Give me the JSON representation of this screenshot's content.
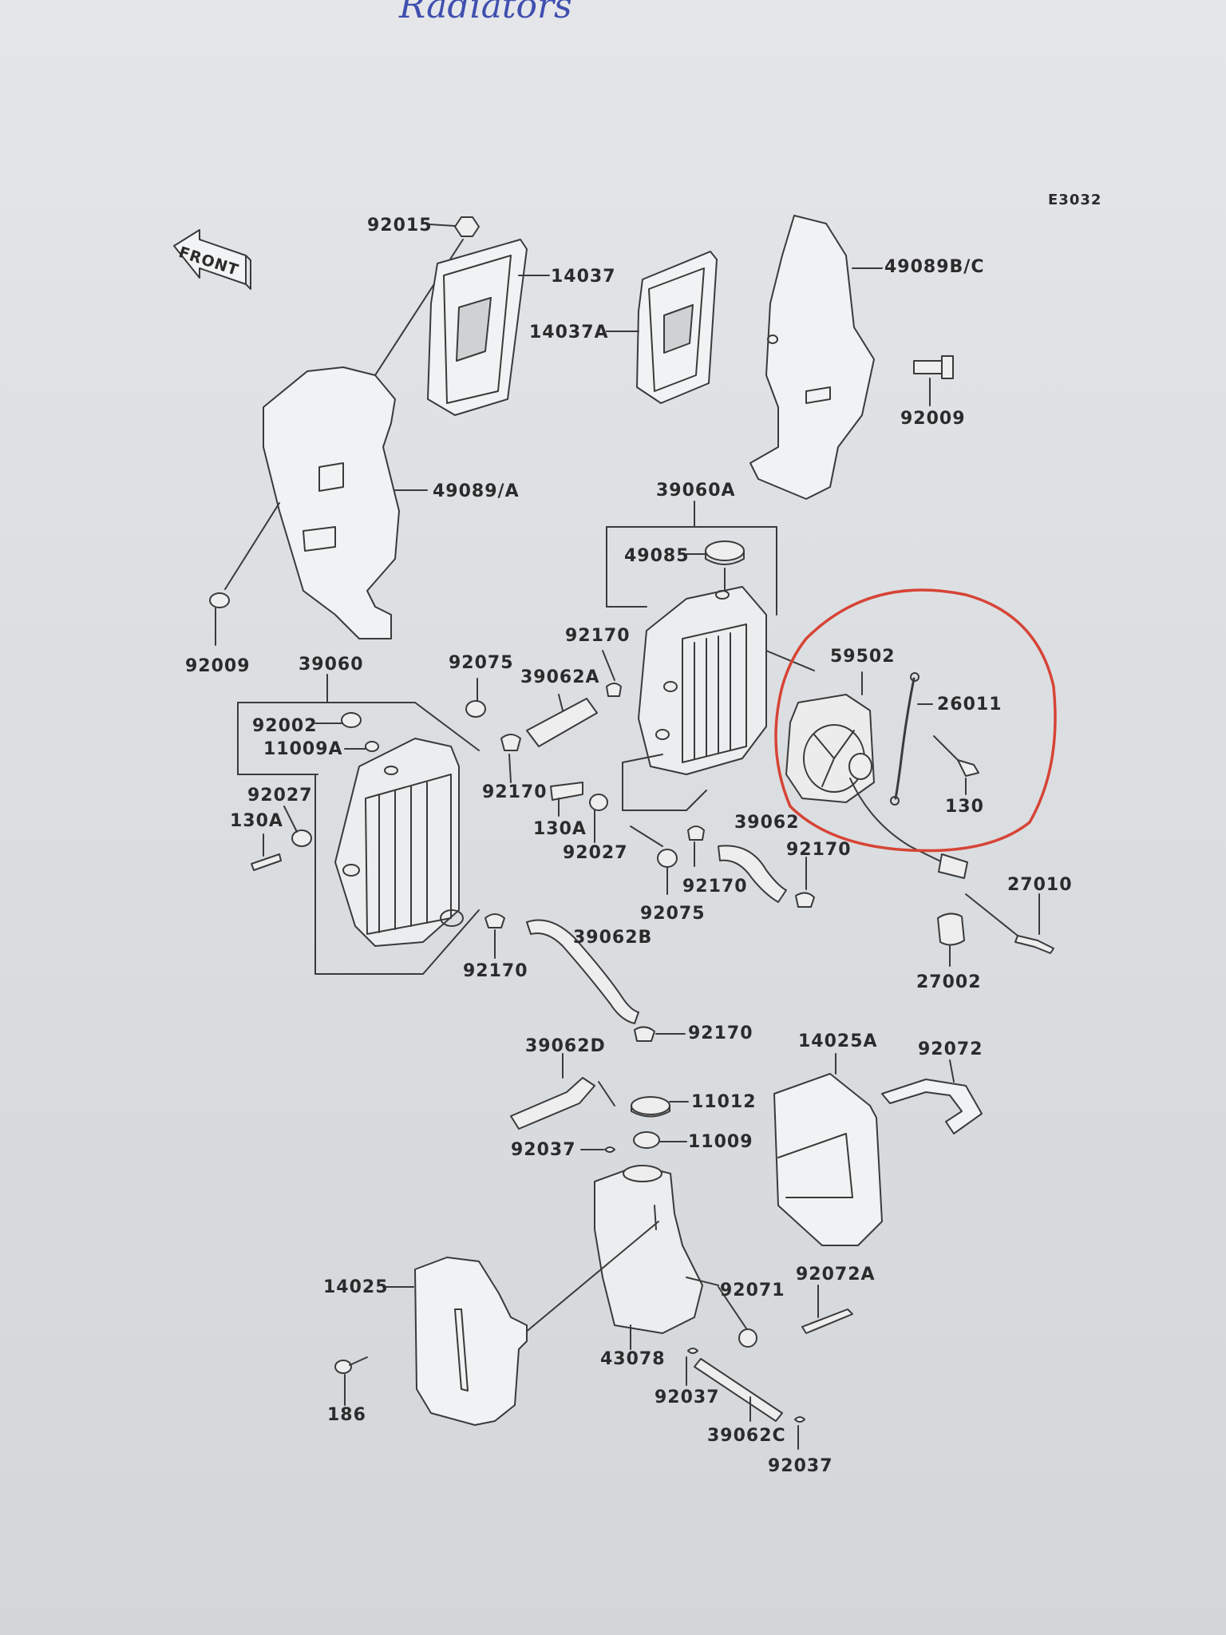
{
  "handwriting": "Radiators",
  "diagram_code": "E3032",
  "front_arrow_text": "FRONT",
  "highlight_color": "#d64436",
  "labels": [
    {
      "id": "p-92015",
      "text": "92015"
    },
    {
      "id": "p-14037",
      "text": "14037"
    },
    {
      "id": "p-14037a",
      "text": "14037A"
    },
    {
      "id": "p-49089bc",
      "text": "49089B/C"
    },
    {
      "id": "p-92009-top",
      "text": "92009"
    },
    {
      "id": "p-49089a",
      "text": "49089/A"
    },
    {
      "id": "p-39060a",
      "text": "39060A"
    },
    {
      "id": "p-49085",
      "text": "49085"
    },
    {
      "id": "p-92009-left",
      "text": "92009"
    },
    {
      "id": "p-39060",
      "text": "39060"
    },
    {
      "id": "p-92075-a",
      "text": "92075"
    },
    {
      "id": "p-92170-a",
      "text": "92170"
    },
    {
      "id": "p-39062a",
      "text": "39062A"
    },
    {
      "id": "p-59502",
      "text": "59502"
    },
    {
      "id": "p-26011",
      "text": "26011"
    },
    {
      "id": "p-92002",
      "text": "92002"
    },
    {
      "id": "p-11009a",
      "text": "11009A"
    },
    {
      "id": "p-92027-a",
      "text": "92027"
    },
    {
      "id": "p-130a-a",
      "text": "130A"
    },
    {
      "id": "p-92170-b",
      "text": "92170"
    },
    {
      "id": "p-130",
      "text": "130"
    },
    {
      "id": "p-130a-b",
      "text": "130A"
    },
    {
      "id": "p-92027-b",
      "text": "92027"
    },
    {
      "id": "p-39062",
      "text": "39062"
    },
    {
      "id": "p-92170-c",
      "text": "92170"
    },
    {
      "id": "p-92170-d",
      "text": "92170"
    },
    {
      "id": "p-27010",
      "text": "27010"
    },
    {
      "id": "p-92075-b",
      "text": "92075"
    },
    {
      "id": "p-39062b",
      "text": "39062B"
    },
    {
      "id": "p-92170-e",
      "text": "92170"
    },
    {
      "id": "p-27002",
      "text": "27002"
    },
    {
      "id": "p-92170-f",
      "text": "92170"
    },
    {
      "id": "p-39062d",
      "text": "39062D"
    },
    {
      "id": "p-14025a",
      "text": "14025A"
    },
    {
      "id": "p-92072",
      "text": "92072"
    },
    {
      "id": "p-11012",
      "text": "11012"
    },
    {
      "id": "p-11009",
      "text": "11009"
    },
    {
      "id": "p-92037-a",
      "text": "92037"
    },
    {
      "id": "p-14025",
      "text": "14025"
    },
    {
      "id": "p-92071",
      "text": "92071"
    },
    {
      "id": "p-92072a",
      "text": "92072A"
    },
    {
      "id": "p-43078",
      "text": "43078"
    },
    {
      "id": "p-186",
      "text": "186"
    },
    {
      "id": "p-92037-b",
      "text": "92037"
    },
    {
      "id": "p-39062c",
      "text": "39062C"
    },
    {
      "id": "p-92037-c",
      "text": "92037"
    }
  ]
}
